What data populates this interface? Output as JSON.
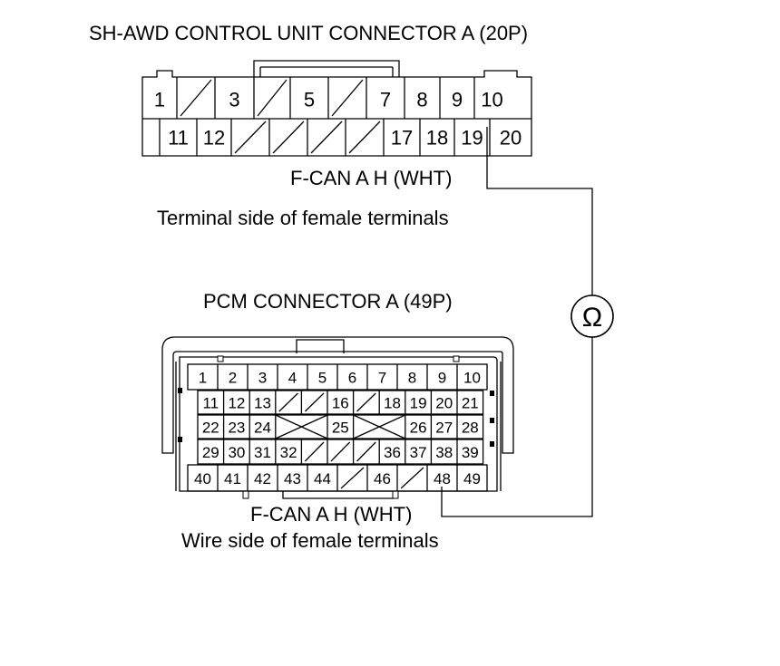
{
  "connector_a": {
    "title": "SH-AWD CONTROL UNIT CONNECTOR A (20P)",
    "wire_label": "F-CAN A H (WHT)",
    "side_label": "Terminal side of female terminals",
    "row1": [
      "1",
      "",
      "3",
      "",
      "5",
      "",
      "7",
      "8",
      "9",
      "10"
    ],
    "row2": [
      "",
      "11",
      "12",
      "",
      "",
      "",
      "",
      "17",
      "18",
      "19",
      "20"
    ]
  },
  "connector_b": {
    "title": "PCM CONNECTOR A (49P)",
    "wire_label": "F-CAN A H (WHT)",
    "side_label": "Wire side of female terminals",
    "row1": [
      "1",
      "2",
      "3",
      "4",
      "5",
      "6",
      "7",
      "8",
      "9",
      "10"
    ],
    "row2": [
      "11",
      "12",
      "13",
      "",
      "",
      "16",
      "",
      "18",
      "19",
      "20",
      "21"
    ],
    "row3": [
      "22",
      "23",
      "24",
      "",
      "",
      "25",
      "",
      "",
      "26",
      "27",
      "28"
    ],
    "row4": [
      "29",
      "30",
      "31",
      "32",
      "",
      "",
      "",
      "36",
      "37",
      "38",
      "39"
    ],
    "row5": [
      "40",
      "41",
      "42",
      "43",
      "44",
      "",
      "46",
      "",
      "48",
      "49"
    ]
  },
  "meter": {
    "symbol": "Ω"
  }
}
